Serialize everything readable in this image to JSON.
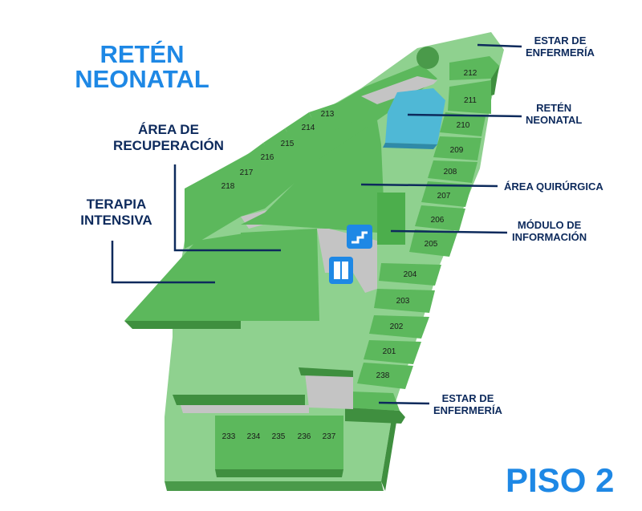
{
  "title": {
    "line1": "RETÉN",
    "line2": "NEONATAL"
  },
  "floor": "PISO 2",
  "labels": {
    "estar_top": {
      "line1": "ESTAR DE",
      "line2": "ENFERMERÍA"
    },
    "reten": {
      "line1": "RETÉN",
      "line2": "NEONATAL"
    },
    "quirurgica": {
      "line1": "ÁREA QUIRÚRGICA"
    },
    "modulo": {
      "line1": "MÓDULO DE",
      "line2": "INFORMACIÓN"
    },
    "estar_bottom": {
      "line1": "ESTAR DE",
      "line2": "ENFERMERÍA"
    },
    "recuperacion": {
      "line1": "ÁREA DE",
      "line2": "RECUPERACIÓN"
    },
    "terapia": {
      "line1": "TERAPIA",
      "line2": "INTENSIVA"
    }
  },
  "rooms": {
    "r212": "212",
    "r211": "211",
    "r210": "210",
    "r209": "209",
    "r208": "208",
    "r207": "207",
    "r206": "206",
    "r205": "205",
    "r204": "204",
    "r203": "203",
    "r202": "202",
    "r201": "201",
    "r238": "238",
    "r213": "213",
    "r214": "214",
    "r215": "215",
    "r216": "216",
    "r217": "217",
    "r218": "218",
    "r233": "233",
    "r234": "234",
    "r235": "235",
    "r236": "236",
    "r237": "237"
  },
  "icons": [
    "stairs-icon",
    "elevator-icon"
  ],
  "colors": {
    "accent": "#1e88e5",
    "label": "#0d2a5c",
    "green": "#5cb85c",
    "light_green": "#8ed28e",
    "cyan": "#4fb8d6"
  }
}
